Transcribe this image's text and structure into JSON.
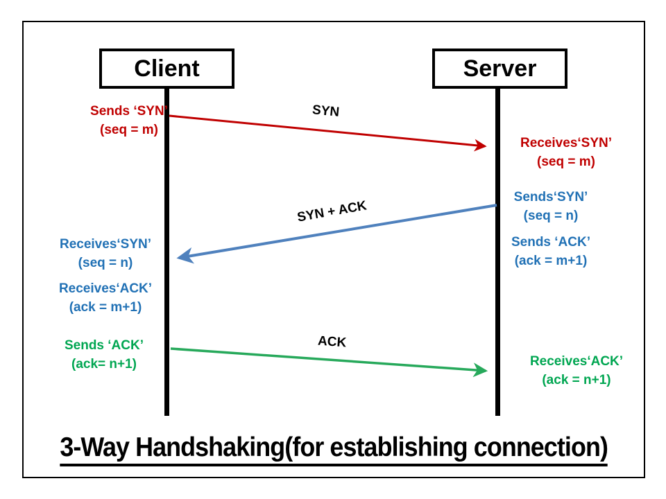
{
  "title": {
    "text": "3-Way Handshaking(for establishing connection)"
  },
  "actors": {
    "client": {
      "label": "Client"
    },
    "server": {
      "label": "Server"
    }
  },
  "messages": {
    "syn": {
      "label": "SYN",
      "from": "client",
      "to": "server"
    },
    "syn_ack": {
      "label": "SYN + ACK",
      "from": "server",
      "to": "client"
    },
    "ack": {
      "label": "ACK",
      "from": "client",
      "to": "server"
    }
  },
  "notes": {
    "client_sends_syn": {
      "line1": "Sends ‘SYN’",
      "line2": "(seq = m)"
    },
    "server_receives_syn": {
      "line1": "Receives‘SYN’",
      "line2": "(seq = m)"
    },
    "server_sends_syn": {
      "line1": "Sends‘SYN’",
      "line2": "(seq = n)"
    },
    "server_sends_ack": {
      "line1": "Sends ‘ACK’",
      "line2": "(ack = m+1)"
    },
    "client_receives_syn": {
      "line1": "Receives‘SYN’",
      "line2": "(seq = n)"
    },
    "client_receives_ack": {
      "line1": "Receives‘ACK’",
      "line2": "(ack = m+1)"
    },
    "client_sends_ack": {
      "line1": "Sends ‘ACK’",
      "line2": "(ack= n+1)"
    },
    "server_receives_ack": {
      "line1": "Receives‘ACK’",
      "line2": "(ack = n+1)"
    }
  },
  "colors": {
    "red_arrow": "#C00000",
    "red_text": "#C00000",
    "blue_arrow": "#4F81BD",
    "blue_text": "#2171B5",
    "green_arrow": "#27A95B",
    "green_text": "#00A651",
    "frame": "#000000"
  }
}
